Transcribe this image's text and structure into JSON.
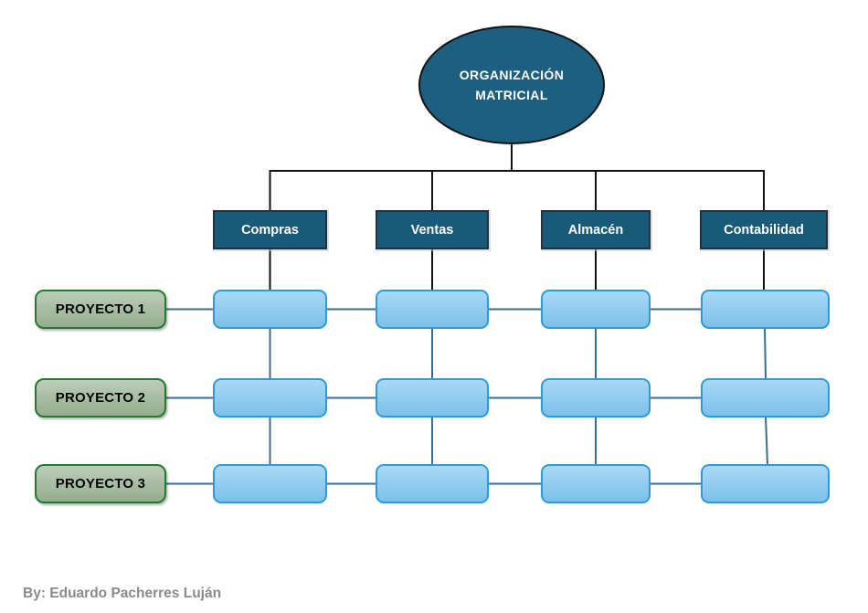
{
  "diagram": {
    "root": {
      "label_line1": "ORGANIZACIÓN",
      "label_line2": "MATRICIAL"
    },
    "departments": [
      {
        "label": "Compras"
      },
      {
        "label": "Ventas"
      },
      {
        "label": "Almacén"
      },
      {
        "label": "Contabilidad"
      }
    ],
    "projects": [
      {
        "label": "PROYECTO 1"
      },
      {
        "label": "PROYECTO 2"
      },
      {
        "label": "PROYECTO 3"
      }
    ],
    "matrix": {
      "rows": 3,
      "columns": 4
    }
  },
  "footer": {
    "credit": "By: Eduardo Pacherres Luján"
  },
  "colors": {
    "root_fill": "#1d5f80",
    "root_border": "#121212",
    "dept_fill": "#19597a",
    "dept_border": "#22313c",
    "dept_text": "#ffffff",
    "project_fill_top": "#bccdb8",
    "project_fill_bottom": "#93ae8e",
    "project_border": "#1f7b2e",
    "project_text": "#000000",
    "cell_fill_top": "#a9d8f5",
    "cell_fill_bottom": "#7cc0eb",
    "cell_border": "#2e9bd6",
    "connector_black": "#111111",
    "connector_blue": "#3b6e8f",
    "footer_text": "#8a8a8a"
  }
}
